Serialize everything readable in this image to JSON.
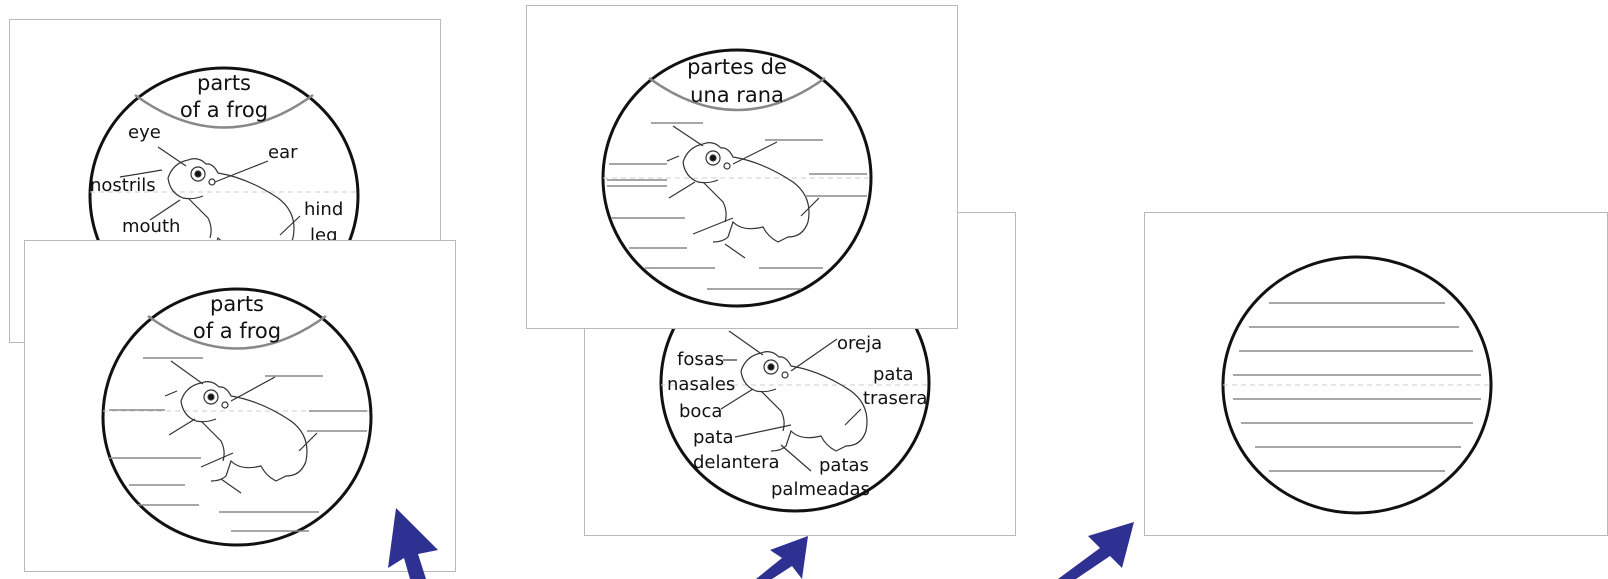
{
  "english_labeled": {
    "title_line1": "parts",
    "title_line2": "of a frog",
    "eye": "eye",
    "ear": "ear",
    "nostrils": "nostrils",
    "mouth": "mouth",
    "hind_line1": "hind",
    "hind_line2": "leg"
  },
  "english_blank": {
    "title_line1": "parts",
    "title_line2": "of a frog"
  },
  "spanish_blank": {
    "title_line1": "partes de",
    "title_line2": "una rana"
  },
  "spanish_labeled": {
    "oreja": "oreja",
    "fosas": "fosas",
    "nasales": "nasales",
    "pata_trasera_1": "pata",
    "pata_trasera_2": "trasera",
    "boca": "boca",
    "pata_delantera_1": "pata",
    "pata_delantera_2": "delantera",
    "patas_palmeadas_1": "patas",
    "patas_palmeadas_2": "palmeadas"
  },
  "colors": {
    "arrow": "#2e3192",
    "outline": "#111111",
    "rule": "#888888",
    "card_border": "#b9b9b9"
  }
}
